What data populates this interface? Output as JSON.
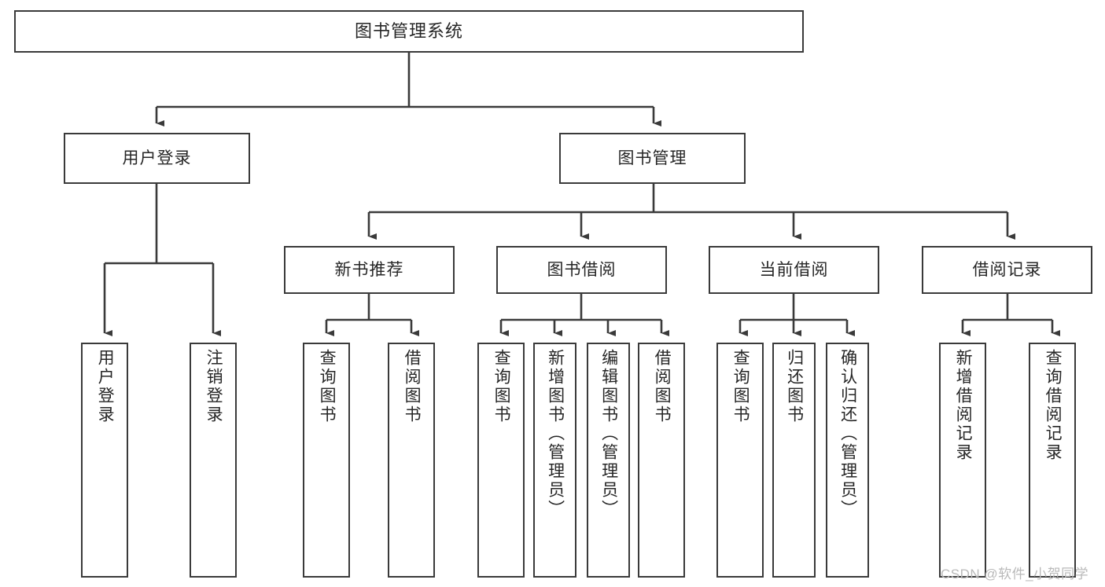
{
  "diagram": {
    "type": "tree-hierarchy",
    "title": "图书管理系统",
    "orientation": "top-down",
    "style": {
      "box_border": "#3a3a3a",
      "box_fill": "#ffffff",
      "edge_color": "#3a3a3a",
      "text_color": "#262626",
      "background": "#ffffff"
    },
    "root": {
      "label": "图书管理系统"
    },
    "level2": [
      {
        "label": "用户登录"
      },
      {
        "label": "图书管理"
      }
    ],
    "level3": [
      {
        "label": "新书推荐"
      },
      {
        "label": "图书借阅"
      },
      {
        "label": "当前借阅"
      },
      {
        "label": "借阅记录"
      }
    ],
    "leaves": [
      {
        "label": "用户登录",
        "parent": "用户登录"
      },
      {
        "label": "注销登录",
        "parent": "用户登录"
      },
      {
        "label": "查询图书",
        "parent": "新书推荐"
      },
      {
        "label": "借阅图书",
        "parent": "新书推荐"
      },
      {
        "label": "查询图书",
        "parent": "图书借阅"
      },
      {
        "label": "新增图书（管理员）",
        "parent": "图书借阅"
      },
      {
        "label": "编辑图书（管理员）",
        "parent": "图书借阅"
      },
      {
        "label": "借阅图书",
        "parent": "图书借阅"
      },
      {
        "label": "查询图书",
        "parent": "当前借阅"
      },
      {
        "label": "归还图书",
        "parent": "当前借阅"
      },
      {
        "label": "确认归还（管理员）",
        "parent": "当前借阅"
      },
      {
        "label": "新增借阅记录",
        "parent": "借阅记录"
      },
      {
        "label": "查询借阅记录",
        "parent": "借阅记录"
      }
    ]
  },
  "watermark": {
    "text": "CSDN @软件_小贺同学"
  }
}
